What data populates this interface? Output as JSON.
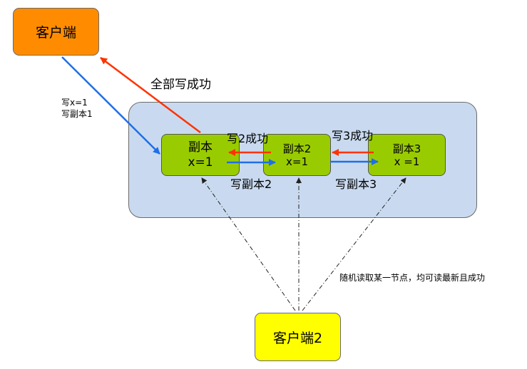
{
  "nodes": {
    "client1": "客户端",
    "client2": "客户端2",
    "replica1": {
      "name": "副本",
      "value": "x=1"
    },
    "replica2": {
      "name": "副本2",
      "value": "x=1"
    },
    "replica3": {
      "name": "副本3",
      "value": "x =1"
    }
  },
  "labels": {
    "all_write_success": "全部写成功",
    "write_x1": "写x=1",
    "write_replica1": "写副本1",
    "write2_success": "写2成功",
    "write3_success": "写3成功",
    "write_replica2": "写副本2",
    "write_replica3": "写副本3",
    "random_read": "随机读取某一节点，均可读最新且成功"
  },
  "colors": {
    "client1_fill": "#ff8c00",
    "client2_fill": "#ffff00",
    "cluster_fill": "#c9daf0",
    "replica_fill": "#99cc00",
    "write_arrow": "#1f6fe6",
    "ack_arrow": "#ff3300"
  }
}
